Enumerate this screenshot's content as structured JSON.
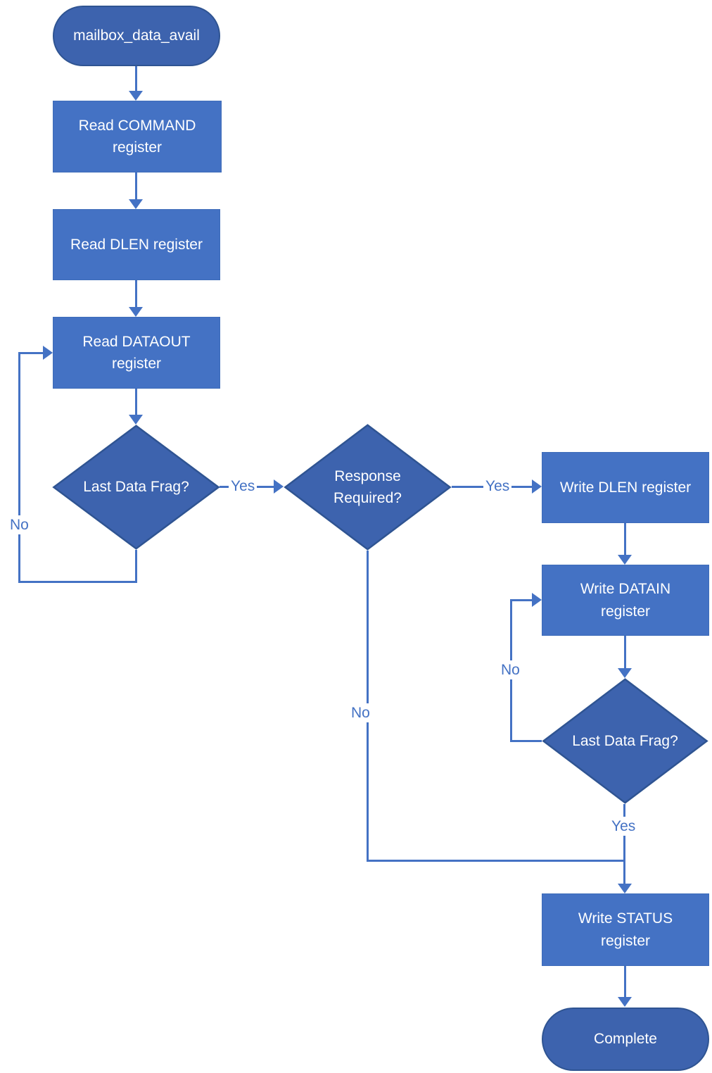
{
  "nodes": {
    "start": "mailbox_data_avail",
    "read_command": "Read COMMAND register",
    "read_dlen": "Read DLEN register",
    "read_dataout": "Read DATAOUT register",
    "last_frag_read": "Last Data Frag?",
    "response_required": "Response Required?",
    "write_dlen": "Write DLEN register",
    "write_datain": "Write DATAIN register",
    "last_frag_write": "Last Data Frag?",
    "write_status": "Write STATUS register",
    "complete": "Complete"
  },
  "edges": {
    "read_loop_no": "No",
    "last_frag_read_yes": "Yes",
    "response_required_yes": "Yes",
    "response_required_no": "No",
    "write_loop_no": "No",
    "last_frag_write_yes": "Yes"
  },
  "colors": {
    "process_fill": "#4472C4",
    "process_border": "#3E6CB9",
    "decision_fill": "#3D63AE",
    "decision_border": "#2F5492",
    "connector": "#4472C4",
    "node_text": "#FFFFFF"
  }
}
